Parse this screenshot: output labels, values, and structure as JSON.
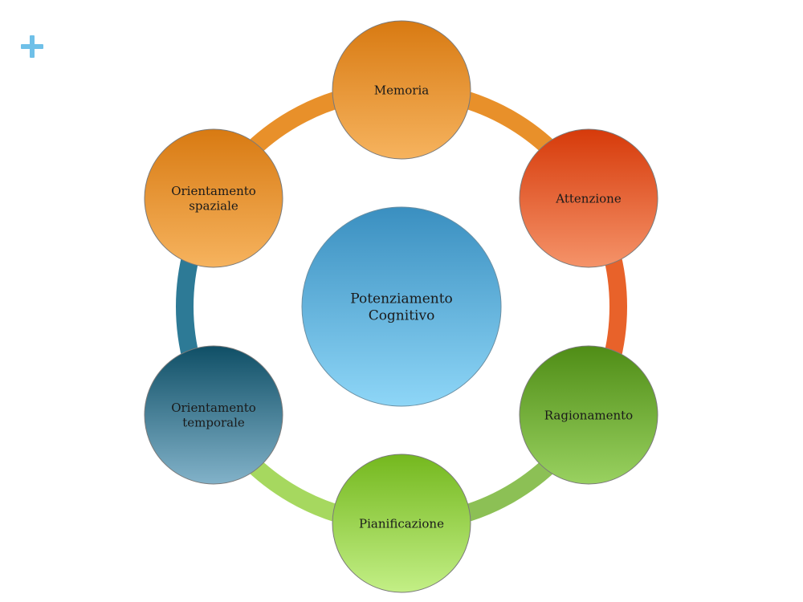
{
  "slide": {
    "accent_color": "#6fc0e8"
  },
  "diagram": {
    "center": {
      "label_lines": [
        "Potenziamento",
        "Cognitivo"
      ],
      "color_top": "#3a8fc0",
      "color_bottom": "#8ed6f7"
    },
    "nodes": [
      {
        "key": "memoria",
        "label_lines": [
          "Memoria"
        ],
        "color_top": "#d87a12",
        "color_bottom": "#f6b35e"
      },
      {
        "key": "attenzione",
        "label_lines": [
          "Attenzione"
        ],
        "color_top": "#d63a0a",
        "color_bottom": "#f59369"
      },
      {
        "key": "ragionamento",
        "label_lines": [
          "Ragionamento"
        ],
        "color_top": "#4f8d16",
        "color_bottom": "#99d160"
      },
      {
        "key": "pianificazione",
        "label_lines": [
          "Pianificazione"
        ],
        "color_top": "#74b81e",
        "color_bottom": "#c3ef86"
      },
      {
        "key": "orientamento-temporale",
        "label_lines": [
          "Orientamento",
          "temporale"
        ],
        "color_top": "#0f4f66",
        "color_bottom": "#82b2c9"
      },
      {
        "key": "orientamento-spaziale",
        "label_lines": [
          "Orientamento",
          "spaziale"
        ],
        "color_top": "#d87a12",
        "color_bottom": "#f6b35e"
      }
    ],
    "connectors": [
      {
        "from": "memoria",
        "to": "attenzione",
        "color_from": "#e8902a",
        "color_to": "#e8902a"
      },
      {
        "from": "attenzione",
        "to": "ragionamento",
        "color_from": "#e8622a",
        "color_to": "#e8622a"
      },
      {
        "from": "ragionamento",
        "to": "pianificazione",
        "color_from": "#8cc055",
        "color_to": "#8cc055"
      },
      {
        "from": "pianificazione",
        "to": "orientamento-temporale",
        "color_from": "#a6d85f",
        "color_to": "#a6d85f"
      },
      {
        "from": "orientamento-temporale",
        "to": "orientamento-spaziale",
        "color_from": "#2d7a96",
        "color_to": "#2d7a96"
      },
      {
        "from": "orientamento-spaziale",
        "to": "memoria",
        "color_from": "#e8902a",
        "color_to": "#e8902a"
      }
    ]
  }
}
